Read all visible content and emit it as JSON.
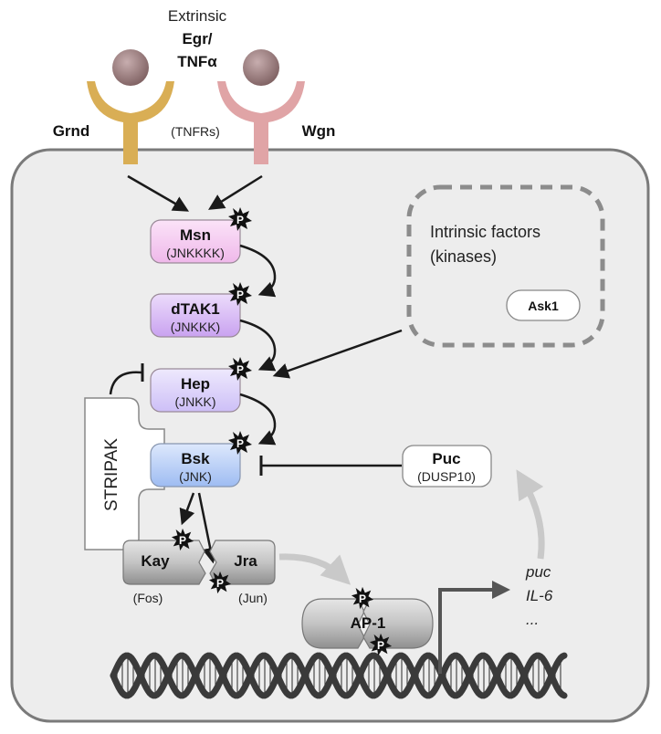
{
  "ligand": {
    "line1": "Extrinsic",
    "line2": "Egr/",
    "line3": "TNFα"
  },
  "receptors": {
    "left": "Grnd",
    "right": "Wgn",
    "family": "(TNFRs)",
    "colors": {
      "left": "#d9ae55",
      "right": "#e0a4a6",
      "ligand": "#9c7f80"
    }
  },
  "kinases": [
    {
      "name": "Msn",
      "alias": "(JNKKKK)",
      "color": "#f7cff3"
    },
    {
      "name": "dTAK1",
      "alias": "(JNKKK)",
      "color": "#d9baf5"
    },
    {
      "name": "Hep",
      "alias": "(JNKK)",
      "color": "#ddd3fb"
    },
    {
      "name": "Bsk",
      "alias": "(JNK)",
      "color": "#bcd3f8"
    }
  ],
  "phospho": "P",
  "intrinsic": {
    "title1": "Intrinsic factors",
    "title2": "(kinases)",
    "ask1": "Ask1"
  },
  "stripak": "STRIPAK",
  "puc": {
    "name": "Puc",
    "alias": "(DUSP10)"
  },
  "tfs": {
    "kay": "Kay",
    "kay_alias": "(Fos)",
    "jra": "Jra",
    "jra_alias": "(Jun)",
    "ap1": "AP-1"
  },
  "targets": [
    "puc",
    "IL-6",
    "..."
  ]
}
